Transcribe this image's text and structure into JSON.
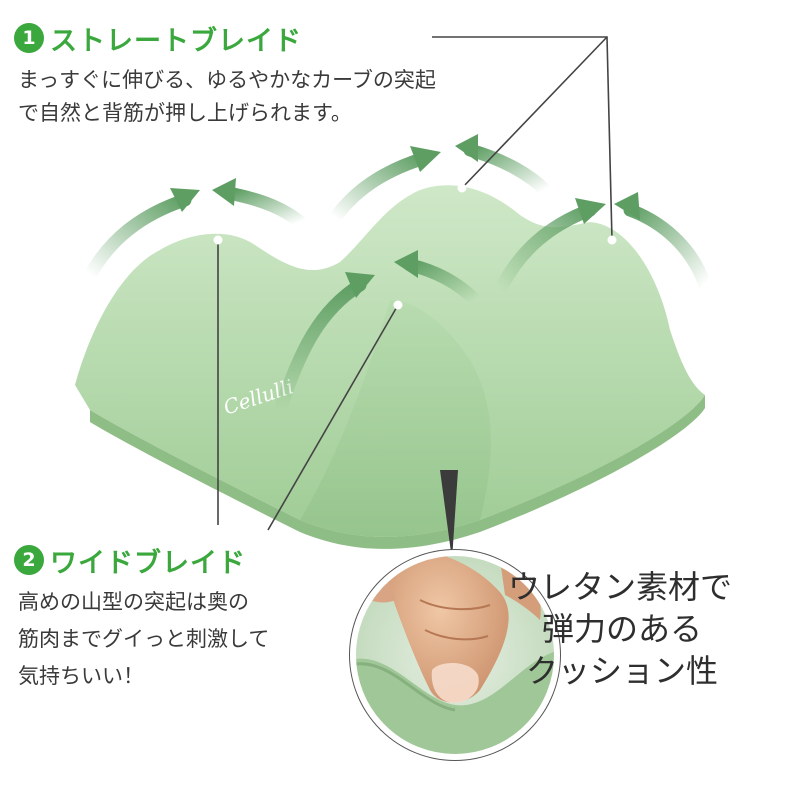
{
  "features": [
    {
      "number": "1",
      "title": "ストレートブレイド",
      "desc_lines": [
        "まっすぐに伸びる、ゆるやかなカーブの突起",
        "で自然と背筋が押し上げられます。"
      ]
    },
    {
      "number": "2",
      "title": "ワイドブレイド",
      "desc_lines": [
        "高めの山型の突起は奥の",
        "筋肉までグイっと刺激して",
        "気持ちいい！"
      ]
    }
  ],
  "product": {
    "logo_text": "Cellulli"
  },
  "material": {
    "caption_lines": [
      "ウレタン素材で",
      "弾力のある",
      "クッション性"
    ]
  },
  "colors": {
    "accent_green": "#3aa83c",
    "pillow_green": "#a9d4a0",
    "arrow_green": "#5e9e63"
  }
}
